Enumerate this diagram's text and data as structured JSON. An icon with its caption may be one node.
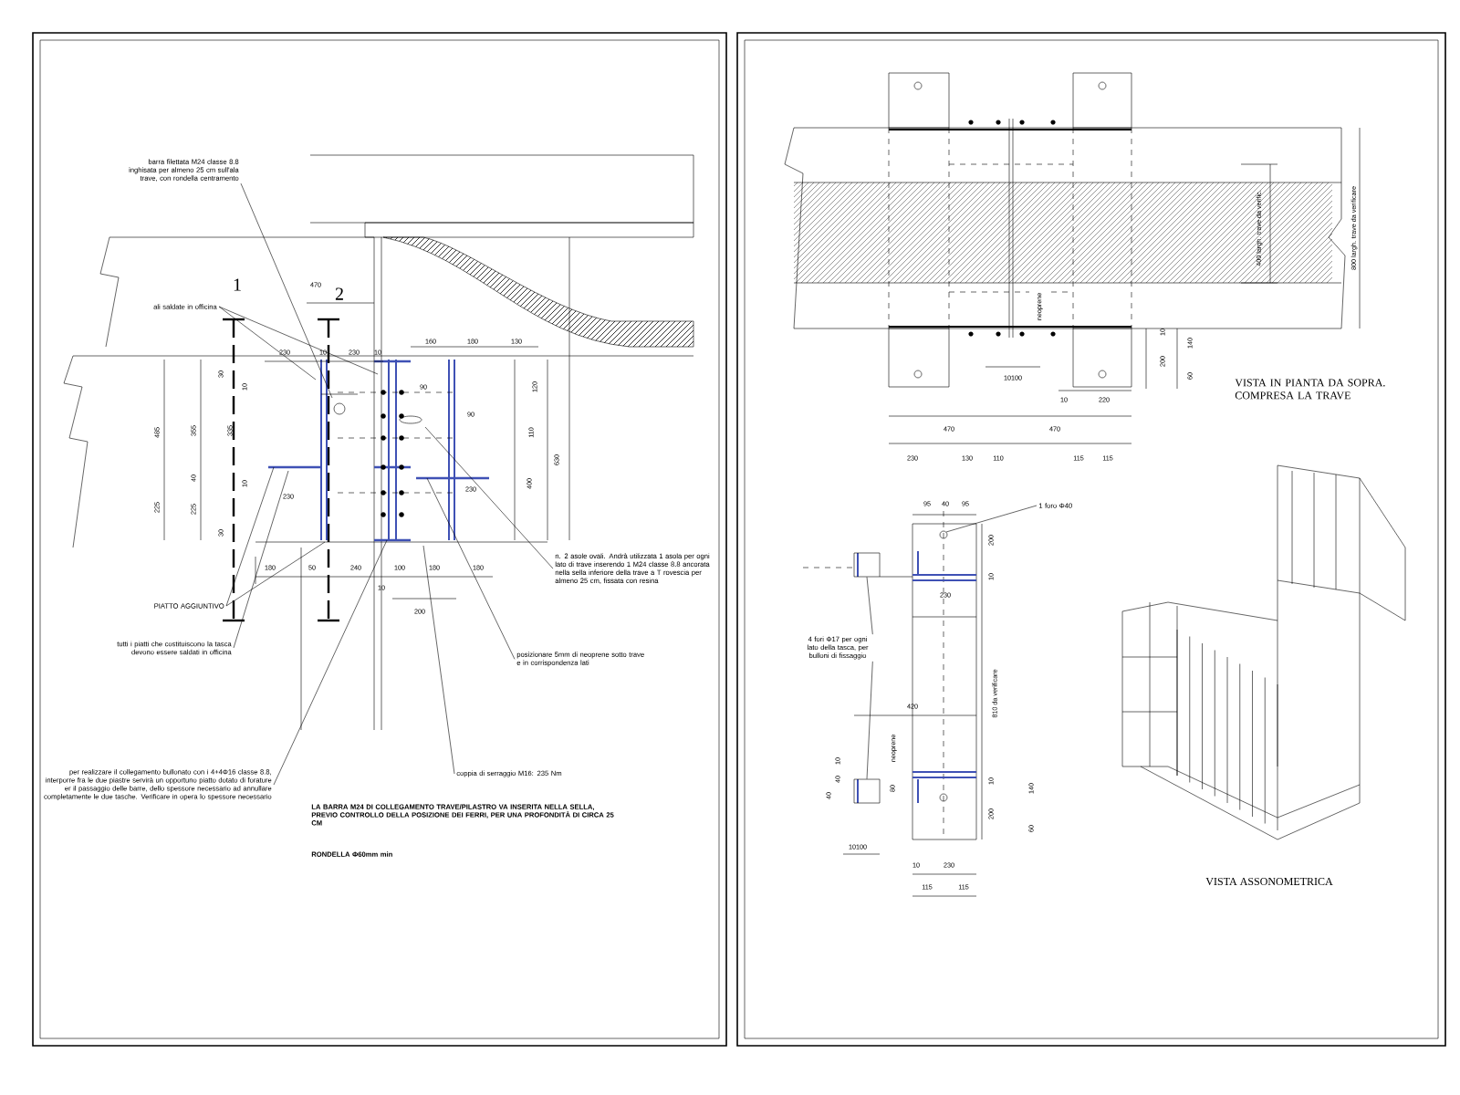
{
  "diagram": {
    "nodes": [
      {
        "text": [
          "barra filettata M24 classe 8.8 inghisata per almeno 25 cm sull'ala trave, con rondella centramento"
        ]
      },
      {
        "text": [
          "ali saldate in officina"
        ]
      },
      {
        "text": [
          "n. 2 asole ovali. Andrà utilizzata 1 asola per ogni lato di trave inserendo 1 M24 classe 8.8 ancorata nella sella inferiore della trave a T rovescia per almeno 25 cm, fissata con resina"
        ]
      },
      {
        "text": [
          "posizionare 5mm di neoprene sotto trave e in corrispondenza lati"
        ]
      },
      {
        "text": [
          "PIATTO AGGIUNTIVO"
        ]
      },
      {
        "text": [
          "tutti i piatti che costituiscono la tasca devono essere saldati in officina"
        ]
      },
      {
        "text": [
          "per realizzare il collegamento bullonato con i 4+4Φ16 classe 8.8, interporre fra le due piastre servirà un opportuno piatto dotato di forature er il passaggio delle barre, dello spessore necessario ad annullare completamente le due tasche. Verificare in opera lo spessore necessario"
        ]
      },
      {
        "text": [
          "coppia di serraggio M16: 235 Nm"
        ]
      },
      {
        "text": [
          "1 foro Φ40"
        ]
      },
      {
        "text": [
          "4 fori Φ17 per ogni lato della tasca, per bulloni di fissaggio"
        ]
      },
      {
        "text": [],
        "shape": "circle"
      },
      {
        "text": [],
        "shape": "box"
      },
      {
        "text": [],
        "shape": "box"
      }
    ],
    "edges": [
      {
        "from": 0,
        "to": null,
        "arrow": "none"
      },
      {
        "from": 1,
        "to": null,
        "arrow": "none"
      },
      {
        "from": 1,
        "to": null,
        "arrow": "none"
      },
      {
        "from": 2,
        "to": null,
        "arrow": "none"
      },
      {
        "from": 3,
        "to": null,
        "arrow": "none"
      },
      {
        "from": 4,
        "to": null,
        "arrow": "none"
      },
      {
        "from": 4,
        "to": null,
        "arrow": "none"
      },
      {
        "from": 5,
        "to": null,
        "arrow": "none"
      },
      {
        "from": 6,
        "to": null,
        "arrow": "none"
      },
      {
        "from": 7,
        "to": null,
        "arrow": "none"
      },
      {
        "from": 8,
        "to": 10,
        "arrow": "none"
      },
      {
        "from": 9,
        "to": 11,
        "arrow": "none"
      },
      {
        "from": 9,
        "to": 12,
        "arrow": "none"
      }
    ],
    "labels": [
      "1",
      "2",
      "470",
      "230",
      "10",
      "230",
      "10",
      "160",
      "180",
      "130",
      "90",
      "90",
      "120",
      "110",
      "630",
      "400",
      "485",
      "355",
      "335",
      "225",
      "225",
      "40",
      "230",
      "230",
      "180",
      "50",
      "240",
      "100",
      "180",
      "180",
      "10",
      "200",
      "400 largh. trave da verific.",
      "800 largh. trave da verificare",
      "10100",
      "10",
      "220",
      "470",
      "470",
      "230",
      "130",
      "110",
      "115",
      "115",
      "10",
      "200",
      "140",
      "60",
      "VISTA IN PIANTA DA SOPRA. COMPRESA LA TRAVE",
      "neoprene",
      "95",
      "40",
      "95",
      "200",
      "10",
      "230",
      "420",
      "810 da verificare",
      "neoprene",
      "80",
      "10",
      "200",
      "140",
      "60",
      "10100",
      "10",
      "230",
      "115",
      "115",
      "VISTA ASSONOMETRICA",
      "LA BARRA M24 DI COLLEGAMENTO TRAVE/PILASTRO VA INSERITA NELLA SELLA, PREVIO CONTROLLO DELLA POSIZIONE DEI FERRI, PER UNA PROFONDITÀ DI CIRCA 25 CM",
      "RONDELLA Φ60mm min",
      "40",
      "40",
      "10",
      "30",
      "10",
      "10",
      "30"
    ]
  }
}
